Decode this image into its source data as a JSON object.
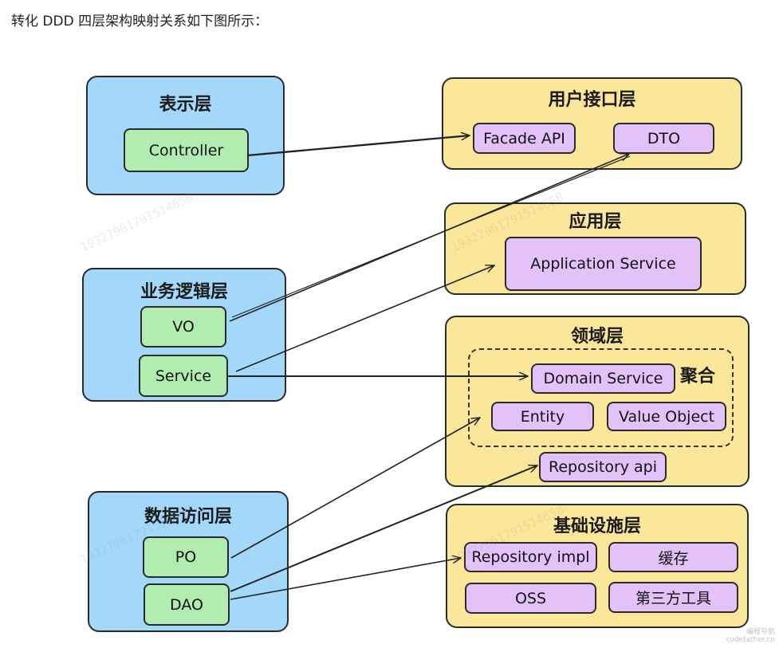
{
  "heading": "转化 DDD 四层架构映射关系如下图所示：",
  "left_layers": {
    "presentation": {
      "title": "表示层",
      "controller": "Controller"
    },
    "business": {
      "title": "业务逻辑层",
      "vo": "VO",
      "service": "Service"
    },
    "data_access": {
      "title": "数据访问层",
      "po": "PO",
      "dao": "DAO"
    }
  },
  "right_layers": {
    "user_interface": {
      "title": "用户接口层",
      "facade_api": "Facade API",
      "dto": "DTO"
    },
    "application": {
      "title": "应用层",
      "app_service": "Application Service"
    },
    "domain": {
      "title": "领域层",
      "aggregate_label": "聚合",
      "domain_service": "Domain Service",
      "entity": "Entity",
      "value_object": "Value Object",
      "repository_api": "Repository api"
    },
    "infrastructure": {
      "title": "基础设施层",
      "repository_impl": "Repository impl",
      "cache": "缓存",
      "oss": "OSS",
      "third_party": "第三方工具"
    }
  },
  "watermark_text": "19327961791514658",
  "credit": {
    "line1": "编程导航",
    "line2": "codefather.cn"
  },
  "colors": {
    "blue_layer": "#a3d8fb",
    "yellow_layer": "#fbe79a",
    "green_box": "#b1ecb1",
    "purple_box": "#e2c2f9"
  }
}
